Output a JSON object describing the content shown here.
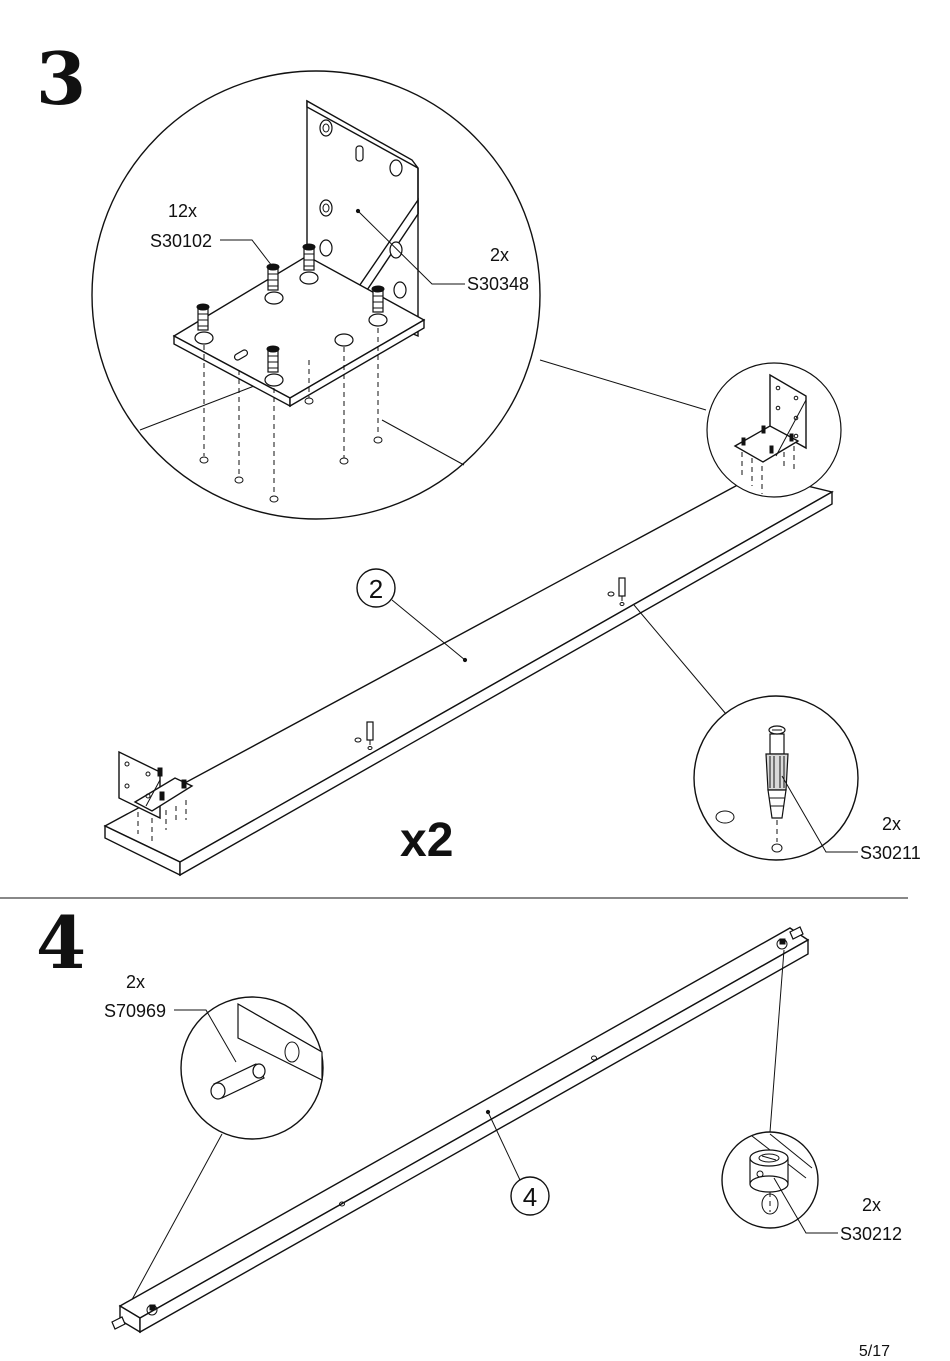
{
  "steps": {
    "step3": {
      "number": "3",
      "multiplier": "x2",
      "part": "2",
      "callouts": {
        "screws": {
          "qty": "12x",
          "code": "S30102"
        },
        "bracket": {
          "qty": "2x",
          "code": "S30348"
        },
        "cam_bolt": {
          "qty": "2x",
          "code": "S30211"
        }
      }
    },
    "step4": {
      "number": "4",
      "part": "4",
      "callouts": {
        "dowel": {
          "qty": "2x",
          "code": "S70969"
        },
        "cam_lock": {
          "qty": "2x",
          "code": "S30212"
        }
      }
    }
  },
  "footer": {
    "page": "5/17"
  }
}
